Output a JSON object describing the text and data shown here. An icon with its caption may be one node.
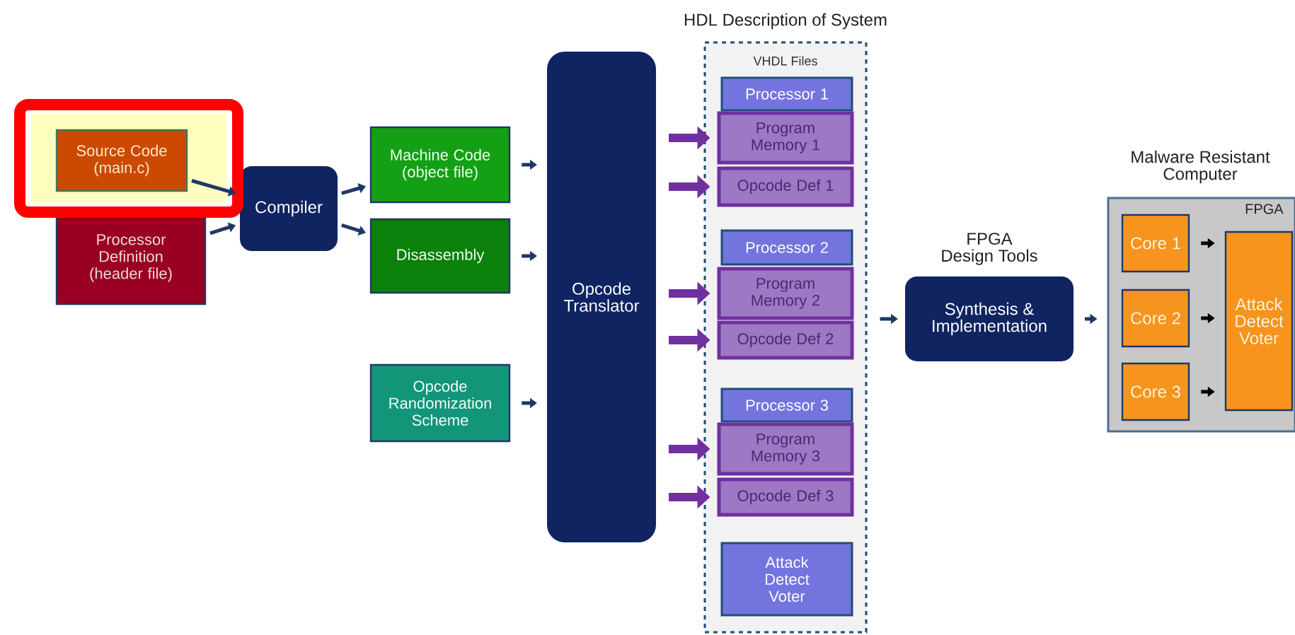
{
  "diagram": {
    "nodes": [
      {
        "text": [
          "Source Code (main.c)"
        ]
      },
      {
        "text": [
          "Processor Definition (header file)"
        ]
      },
      {
        "text": [
          "Compiler"
        ]
      },
      {
        "text": [
          "Machine Code (object file)"
        ]
      },
      {
        "text": [
          "Disassembly"
        ]
      },
      {
        "text": [
          "Opcode Randomization Scheme"
        ]
      },
      {
        "text": [
          "Opcode Translator"
        ]
      },
      {
        "text": [
          "HDL Description of System",
          "VHDL Files"
        ]
      },
      {
        "text": [
          "Processor 1"
        ],
        "in": 7
      },
      {
        "text": [
          "Program Memory 1"
        ],
        "in": 7
      },
      {
        "text": [
          "Opcode Def 1"
        ],
        "in": 7
      },
      {
        "text": [
          "Processor 2"
        ],
        "in": 7
      },
      {
        "text": [
          "Program Memory 2"
        ],
        "in": 7
      },
      {
        "text": [
          "Opcode Def 2"
        ],
        "in": 7
      },
      {
        "text": [
          "Processor 3"
        ],
        "in": 7
      },
      {
        "text": [
          "Program Memory 3"
        ],
        "in": 7
      },
      {
        "text": [
          "Opcode Def 3"
        ],
        "in": 7
      },
      {
        "text": [
          "Attack Detect Voter"
        ],
        "in": 7
      },
      {
        "text": [
          "FPGA Design Tools",
          "Synthesis & Implementation"
        ]
      },
      {
        "text": [
          "Malware Resistant Computer",
          "FPGA"
        ]
      },
      {
        "text": [
          "Core 1"
        ],
        "in": 19
      },
      {
        "text": [
          "Core 2"
        ],
        "in": 19
      },
      {
        "text": [
          "Core 3"
        ],
        "in": 19
      },
      {
        "text": [
          "Attack Detect Voter"
        ],
        "in": 19
      }
    ],
    "edges": [
      {
        "from": 0,
        "to": 2,
        "arrow": "to"
      },
      {
        "from": 1,
        "to": 2,
        "arrow": "to"
      },
      {
        "from": 2,
        "to": 3,
        "arrow": "to"
      },
      {
        "from": 2,
        "to": 4,
        "arrow": "to"
      },
      {
        "from": 3,
        "to": 6,
        "arrow": "to"
      },
      {
        "from": 4,
        "to": 6,
        "arrow": "to"
      },
      {
        "from": 5,
        "to": 6,
        "arrow": "to"
      },
      {
        "from": 6,
        "to": 9,
        "arrow": "to",
        "style": "thick",
        "color": "#7030a0"
      },
      {
        "from": 6,
        "to": 10,
        "arrow": "to",
        "style": "thick",
        "color": "#7030a0"
      },
      {
        "from": 6,
        "to": 12,
        "arrow": "to",
        "style": "thick",
        "color": "#7030a0"
      },
      {
        "from": 6,
        "to": 13,
        "arrow": "to",
        "style": "thick",
        "color": "#7030a0"
      },
      {
        "from": 6,
        "to": 15,
        "arrow": "to",
        "style": "thick",
        "color": "#7030a0"
      },
      {
        "from": 6,
        "to": 16,
        "arrow": "to",
        "style": "thick",
        "color": "#7030a0"
      },
      {
        "from": 7,
        "to": 18,
        "arrow": "to"
      },
      {
        "from": 18,
        "to": 19,
        "arrow": "to"
      },
      {
        "from": 20,
        "to": 23,
        "arrow": "to",
        "color": "#000000"
      },
      {
        "from": 21,
        "to": 23,
        "arrow": "to",
        "color": "#000000"
      },
      {
        "from": 22,
        "to": 23,
        "arrow": "to",
        "color": "#000000"
      }
    ]
  }
}
